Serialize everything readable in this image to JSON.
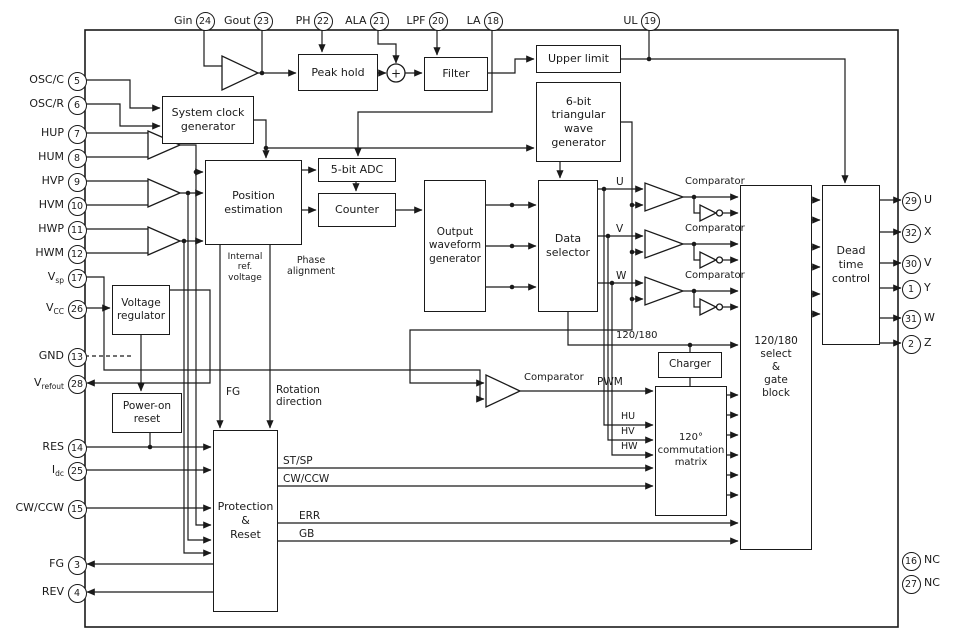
{
  "pins": {
    "top": [
      {
        "name": "Gin",
        "num": "24"
      },
      {
        "name": "Gout",
        "num": "23"
      },
      {
        "name": "PH",
        "num": "22"
      },
      {
        "name": "ALA",
        "num": "21"
      },
      {
        "name": "LPF",
        "num": "20"
      },
      {
        "name": "LA",
        "num": "18"
      },
      {
        "name": "UL",
        "num": "19"
      }
    ],
    "left": [
      {
        "name": "OSC/C",
        "sub": "",
        "num": "5"
      },
      {
        "name": "OSC/R",
        "sub": "",
        "num": "6"
      },
      {
        "name": "HUP",
        "sub": "",
        "num": "7"
      },
      {
        "name": "HUM",
        "sub": "",
        "num": "8"
      },
      {
        "name": "HVP",
        "sub": "",
        "num": "9"
      },
      {
        "name": "HVM",
        "sub": "",
        "num": "10"
      },
      {
        "name": "HWP",
        "sub": "",
        "num": "11"
      },
      {
        "name": "HWM",
        "sub": "",
        "num": "12"
      },
      {
        "name": "V",
        "sub": "sp",
        "num": "17"
      },
      {
        "name": "V",
        "sub": "CC",
        "num": "26"
      },
      {
        "name": "GND",
        "sub": "",
        "num": "13"
      },
      {
        "name": "V",
        "sub": "refout",
        "num": "28"
      },
      {
        "name": "RES",
        "sub": "",
        "num": "14"
      },
      {
        "name": "I",
        "sub": "dc",
        "num": "25"
      },
      {
        "name": "CW/CCW",
        "sub": "",
        "num": "15"
      },
      {
        "name": "FG",
        "sub": "",
        "num": "3"
      },
      {
        "name": "REV",
        "sub": "",
        "num": "4"
      }
    ],
    "right": [
      {
        "num": "29",
        "name": "U"
      },
      {
        "num": "32",
        "name": "X"
      },
      {
        "num": "30",
        "name": "V"
      },
      {
        "num": "1",
        "name": "Y"
      },
      {
        "num": "31",
        "name": "W"
      },
      {
        "num": "2",
        "name": "Z"
      },
      {
        "num": "16",
        "name": "NC"
      },
      {
        "num": "27",
        "name": "NC"
      }
    ]
  },
  "blocks": {
    "system_clock": "System clock\ngenerator",
    "peak_hold": "Peak hold",
    "filter": "Filter",
    "upper_limit": "Upper limit",
    "tri_gen": "6-bit\ntriangular\nwave\ngenerator",
    "position_est": "Position\nestimation",
    "adc": "5-bit ADC",
    "counter": "Counter",
    "owg": "Output\nwaveform\ngenerator",
    "data_selector": "Data\nselector",
    "dead_time": "Dead\ntime\ncontrol",
    "select_gate": "120/180\nselect\n&\ngate\nblock",
    "voltage_reg": "Voltage\nregulator",
    "por": "Power-on\nreset",
    "protection": "Protection\n&\nReset",
    "charger": "Charger",
    "comm_matrix": "120°\ncommutation\nmatrix"
  },
  "labels": {
    "comparator": "Comparator",
    "internal_ref": "Internal\nref.\nvoltage",
    "phase_alignment": "Phase\nalignment",
    "fg": "FG",
    "rotation": "Rotation\ndirection",
    "st_sp": "ST/SP",
    "cw_ccw": "CW/CCW",
    "err": "ERR",
    "gb": "GB",
    "pwm": "PWM",
    "hu": "HU",
    "hv": "HV",
    "hw": "HW",
    "sig_u": "U",
    "sig_v": "V",
    "sig_w": "W",
    "sel": "120/180",
    "plus": "+"
  }
}
